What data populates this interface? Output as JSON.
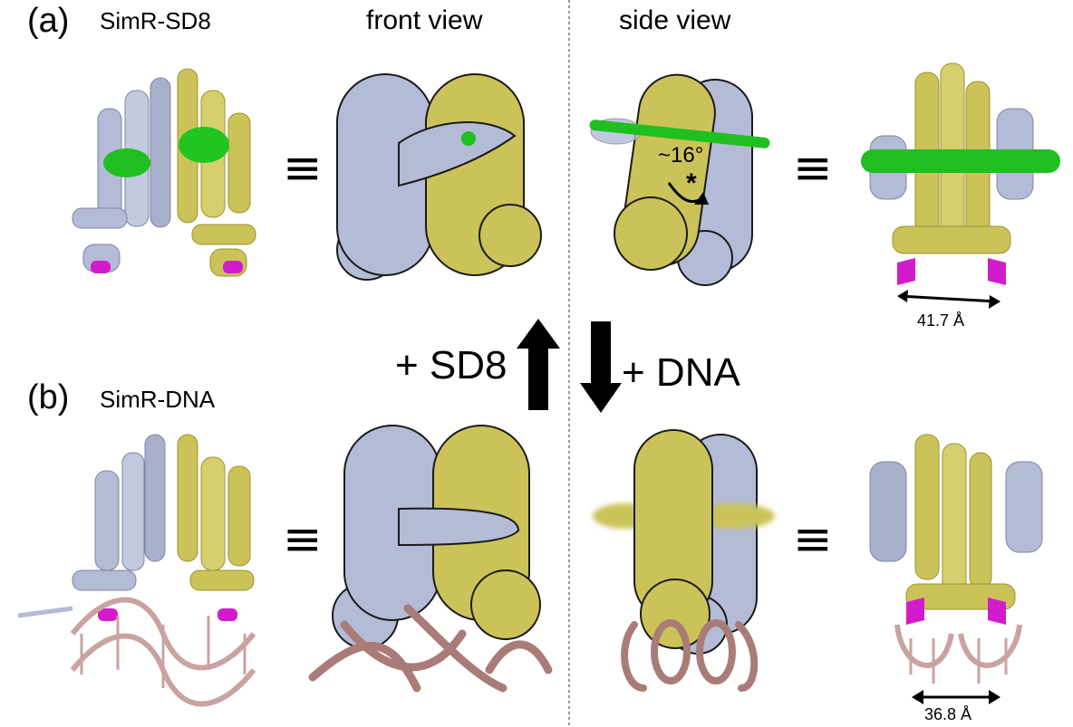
{
  "panels": {
    "a": {
      "letter": "(a)",
      "name": "SimR-SD8"
    },
    "b": {
      "letter": "(b)",
      "name": "SimR-DNA"
    }
  },
  "views": {
    "front": "front view",
    "side": "side view"
  },
  "equivalence_symbol": "≡",
  "transitions": {
    "add_ligand": "+ SD8",
    "add_dna": "+ DNA"
  },
  "annotations": {
    "rotation_angle": "~16°",
    "rotation_marker": "*",
    "distance_top": "41.7 Å",
    "distance_bottom": "36.8 Å"
  },
  "colors": {
    "chain_a": "#b3bbd6",
    "chain_b": "#cbc35a",
    "ligand": "#1fbf1f",
    "dna": "#a97c78",
    "recognition_helix": "#d21ccc",
    "outline": "#1a1a1a"
  }
}
